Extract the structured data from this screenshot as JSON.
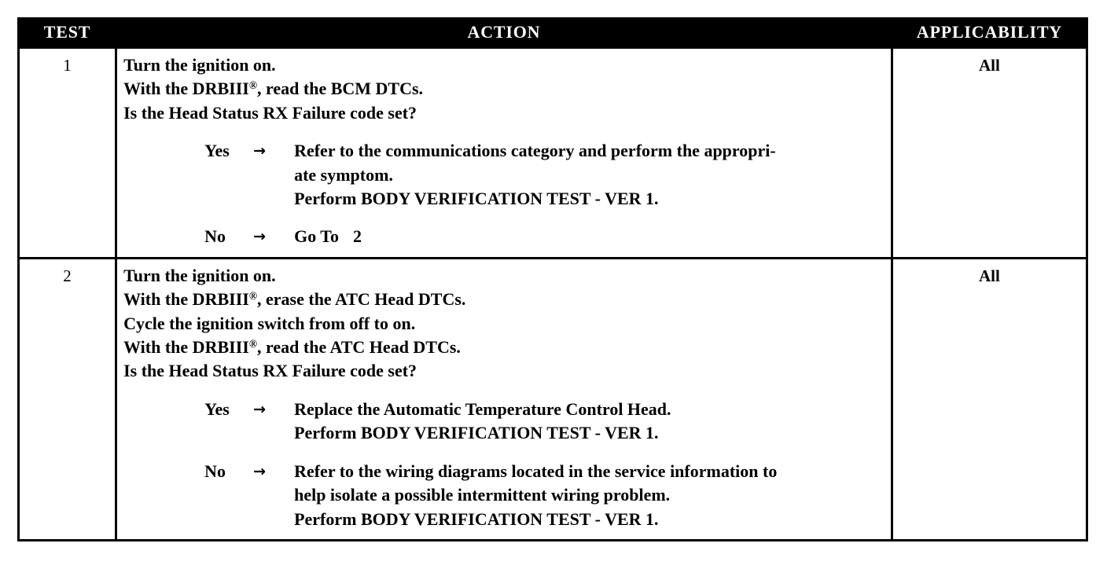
{
  "table": {
    "headers": {
      "test": "TEST",
      "action": "ACTION",
      "applicability": "APPLICABILITY"
    },
    "rows": [
      {
        "test": "1",
        "applicability": "All",
        "statements": [
          "Turn the ignition on.",
          "With the DRBIII®, read the BCM DTCs.",
          "Is the Head Status RX Failure code set?"
        ],
        "branches": [
          {
            "label": "Yes",
            "arrow": "→",
            "lines": [
              "Refer to the communications category and perform the appropri-",
              "ate symptom.",
              "Perform BODY VERIFICATION TEST - VER 1."
            ]
          },
          {
            "label": "No",
            "arrow": "→",
            "lines": [
              "Go To"
            ],
            "goto": "2"
          }
        ]
      },
      {
        "test": "2",
        "applicability": "All",
        "statements": [
          "Turn the ignition on.",
          "With the DRBIII®, erase the ATC Head DTCs.",
          "Cycle the ignition switch from off to on.",
          "With the DRBIII®, read the ATC Head DTCs.",
          "Is the Head Status RX Failure code set?"
        ],
        "branches": [
          {
            "label": "Yes",
            "arrow": "→",
            "lines": [
              "Replace the Automatic Temperature Control Head.",
              "Perform BODY VERIFICATION TEST - VER 1."
            ]
          },
          {
            "label": "No",
            "arrow": "→",
            "lines": [
              "Refer to the wiring diagrams located in the service information to",
              "help isolate a possible intermittent wiring problem.",
              "Perform BODY VERIFICATION TEST - VER 1."
            ]
          }
        ]
      }
    ]
  },
  "colors": {
    "header_background": "#000000",
    "header_text": "#ffffff",
    "body_background": "#ffffff",
    "body_text": "#000000",
    "border": "#000000"
  }
}
